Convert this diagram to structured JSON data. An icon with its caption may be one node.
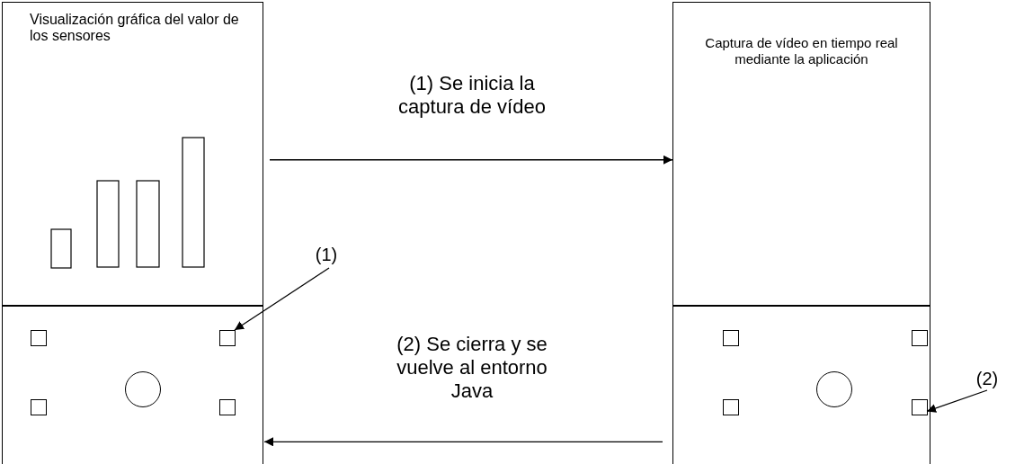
{
  "diagram": {
    "nodes": [
      {
        "text": [
          "Visualización gráfica del valor de los sensores"
        ]
      },
      {
        "text": [],
        "shape": "box"
      },
      {
        "text": [],
        "shape": "box",
        "in": 1
      },
      {
        "text": [
          "(1)"
        ]
      },
      {
        "text": [
          "Captura de vídeo en tiempo real mediante la aplicación"
        ]
      },
      {
        "text": [],
        "shape": "box"
      },
      {
        "text": [],
        "shape": "box",
        "in": 5
      },
      {
        "text": [
          "(2)"
        ]
      }
    ],
    "edges": [
      {
        "from": 0,
        "to": 4,
        "arrow": "to",
        "label": "(1) Se inicia la captura de vídeo"
      },
      {
        "from": 5,
        "to": 1,
        "arrow": "to",
        "label": "(2) Se cierra y se vuelve al entorno Java"
      },
      {
        "from": 3,
        "to": 2,
        "arrow": "to"
      },
      {
        "from": 7,
        "to": 6,
        "arrow": "to"
      }
    ]
  }
}
